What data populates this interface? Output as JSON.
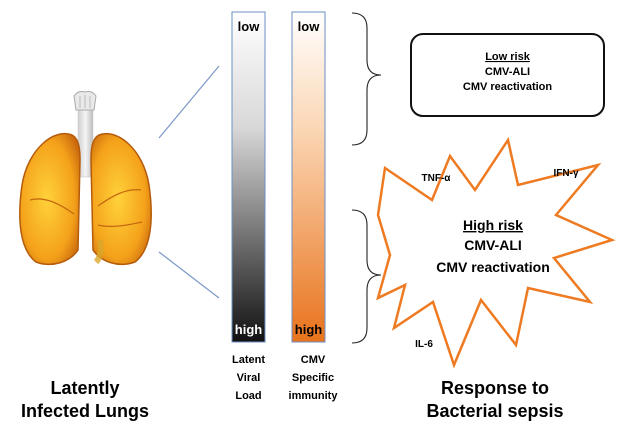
{
  "left_caption": [
    "Latently",
    "Infected Lungs"
  ],
  "bars": [
    {
      "top_label": "low",
      "bottom_label": "high",
      "caption": [
        "Latent",
        "Viral",
        "Load"
      ]
    },
    {
      "top_label": "low",
      "bottom_label": "high",
      "caption": [
        "CMV",
        "Specific",
        "immunity"
      ]
    }
  ],
  "low_risk_box": {
    "title": "Low risk",
    "lines": [
      "CMV-ALI",
      "CMV reactivation"
    ]
  },
  "high_risk_star": {
    "title": "High risk",
    "lines": [
      "CMV-ALI",
      "CMV reactivation"
    ]
  },
  "cytokines": [
    "TNF-α",
    "IFN-γ",
    "IL-6"
  ],
  "right_caption": [
    "Response to",
    "Bacterial sepsis"
  ],
  "colors": {
    "bar_dark": "#111111",
    "bar_orange": "#e8731c",
    "star_stroke": "#ee7a22",
    "lung_fill": "#f2a318",
    "connector": "#7a98c8"
  }
}
